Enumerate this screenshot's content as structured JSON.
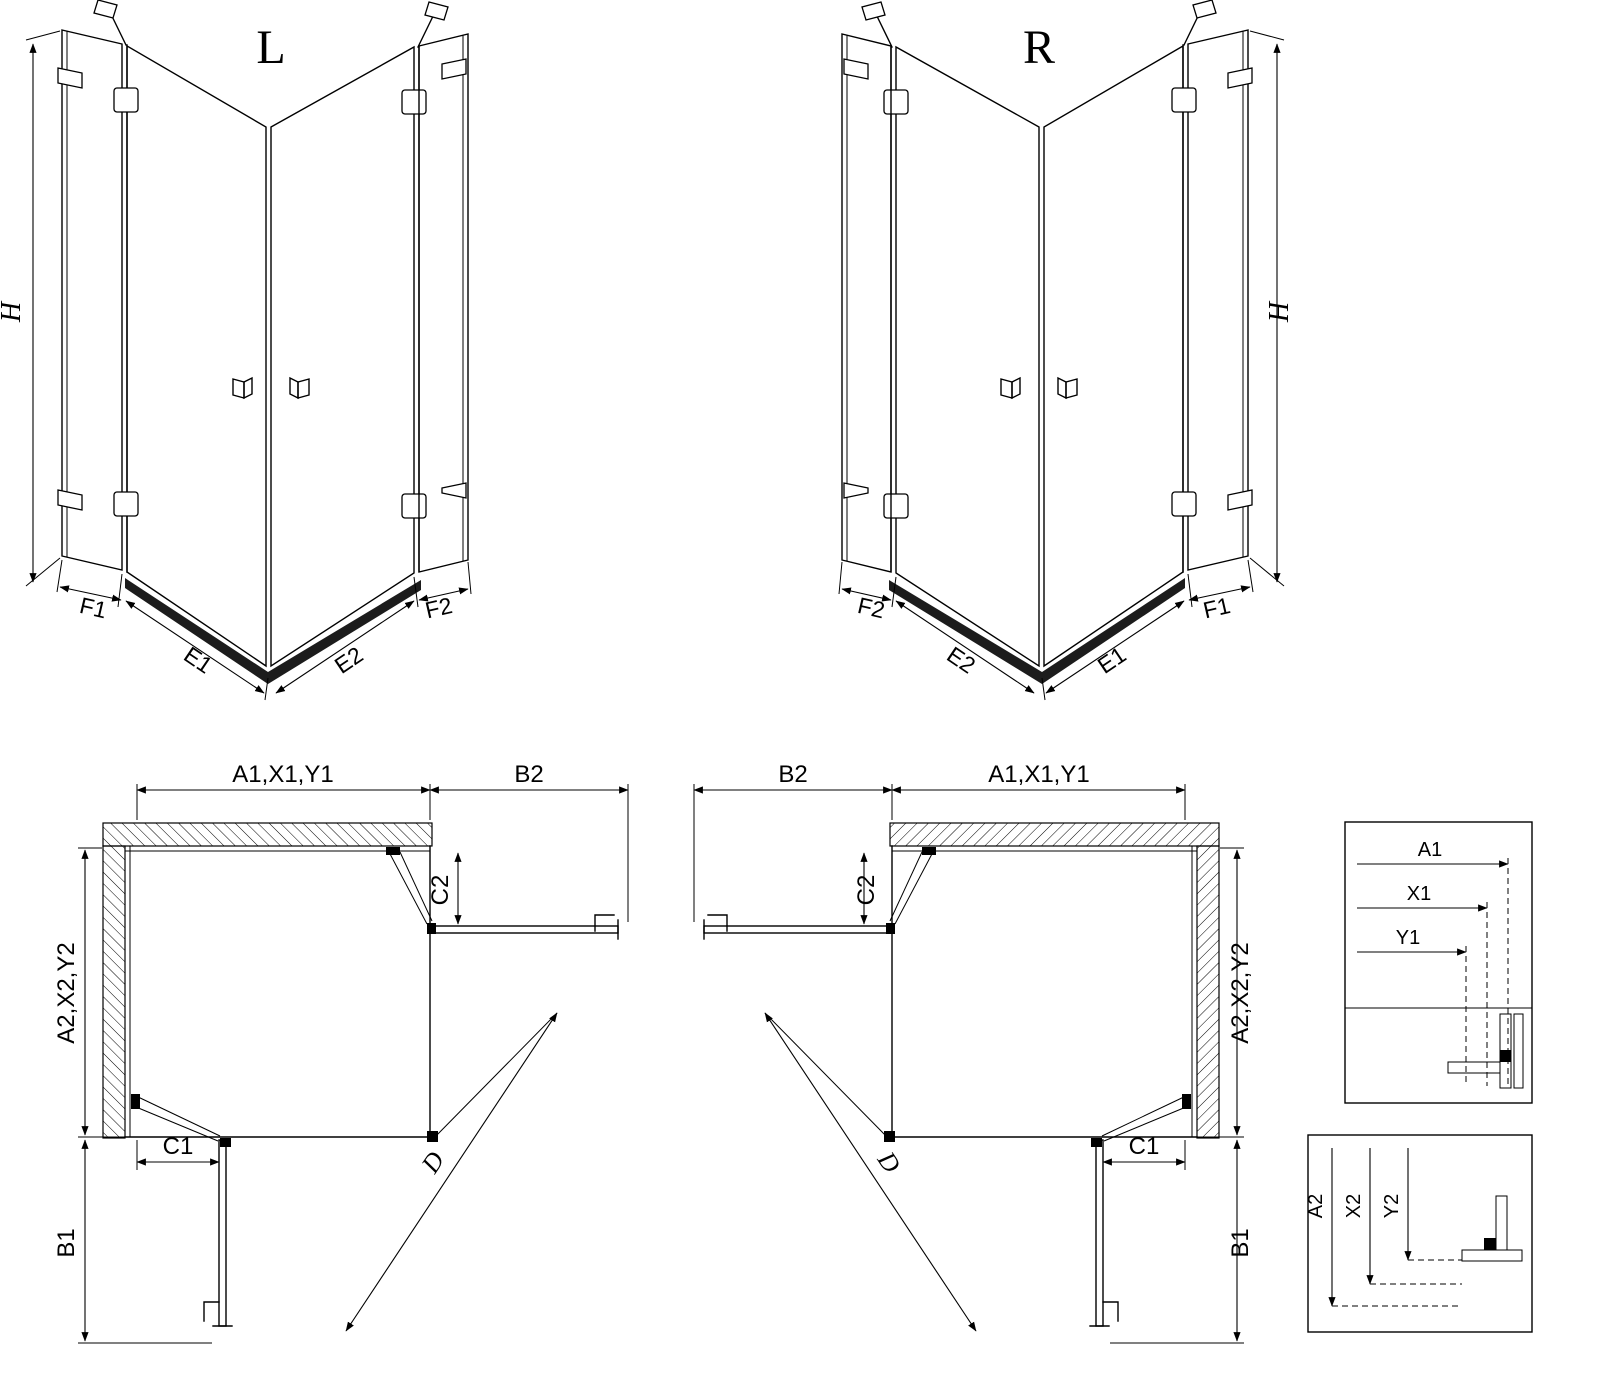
{
  "page": {
    "background": "#ffffff",
    "line_color": "#000000"
  },
  "perspective_left": {
    "label": "L",
    "height_label": "H",
    "bottom_labels": [
      "F1",
      "E1",
      "E2",
      "F2"
    ]
  },
  "perspective_right": {
    "label": "R",
    "height_label": "H",
    "bottom_labels": [
      "F2",
      "E2",
      "E1",
      "F1"
    ]
  },
  "plan_left": {
    "top_dim": "A1,X1,Y1",
    "top_right_dim": "B2",
    "right_door_dim": "C2",
    "left_dim": "A2,X2,Y2",
    "bottom_door_dim": "C1",
    "bottom_left_dim": "B1",
    "diagonal_dim": "D"
  },
  "plan_right": {
    "top_dim": "A1,X1,Y1",
    "top_left_dim": "B2",
    "left_door_dim": "C2",
    "right_dim": "A2,X2,Y2",
    "bottom_door_dim": "C1",
    "bottom_right_dim": "B1",
    "diagonal_dim": "D"
  },
  "detail_top": {
    "labels": [
      "A1",
      "X1",
      "Y1"
    ]
  },
  "detail_bottom": {
    "labels": [
      "A2",
      "X2",
      "Y2"
    ]
  }
}
